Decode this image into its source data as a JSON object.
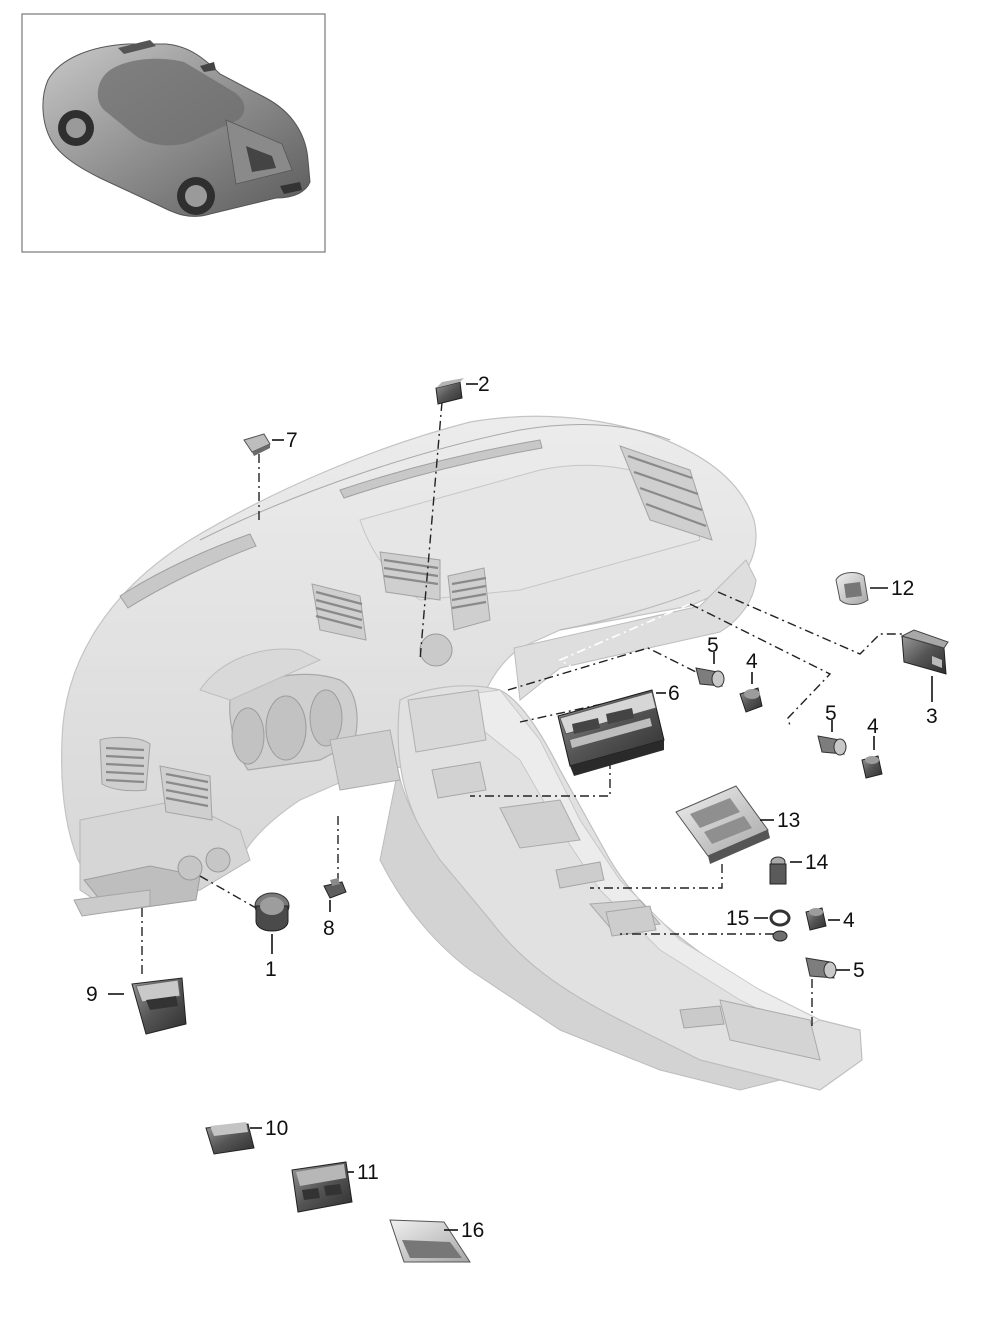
{
  "callouts": [
    {
      "label": "1"
    },
    {
      "label": "2"
    },
    {
      "label": "3"
    },
    {
      "label": "4"
    },
    {
      "label": "4"
    },
    {
      "label": "4"
    },
    {
      "label": "5"
    },
    {
      "label": "5"
    },
    {
      "label": "5"
    },
    {
      "label": "6"
    },
    {
      "label": "7"
    },
    {
      "label": "8"
    },
    {
      "label": "9"
    },
    {
      "label": "10"
    },
    {
      "label": "11"
    },
    {
      "label": "12"
    },
    {
      "label": "13"
    },
    {
      "label": "14"
    },
    {
      "label": "15"
    },
    {
      "label": "16"
    }
  ],
  "colors": {
    "dashboard": "#e4e4e4",
    "part_dark": "#4a4a4a",
    "part_light": "#cfcfcf",
    "frame": "#777777"
  }
}
